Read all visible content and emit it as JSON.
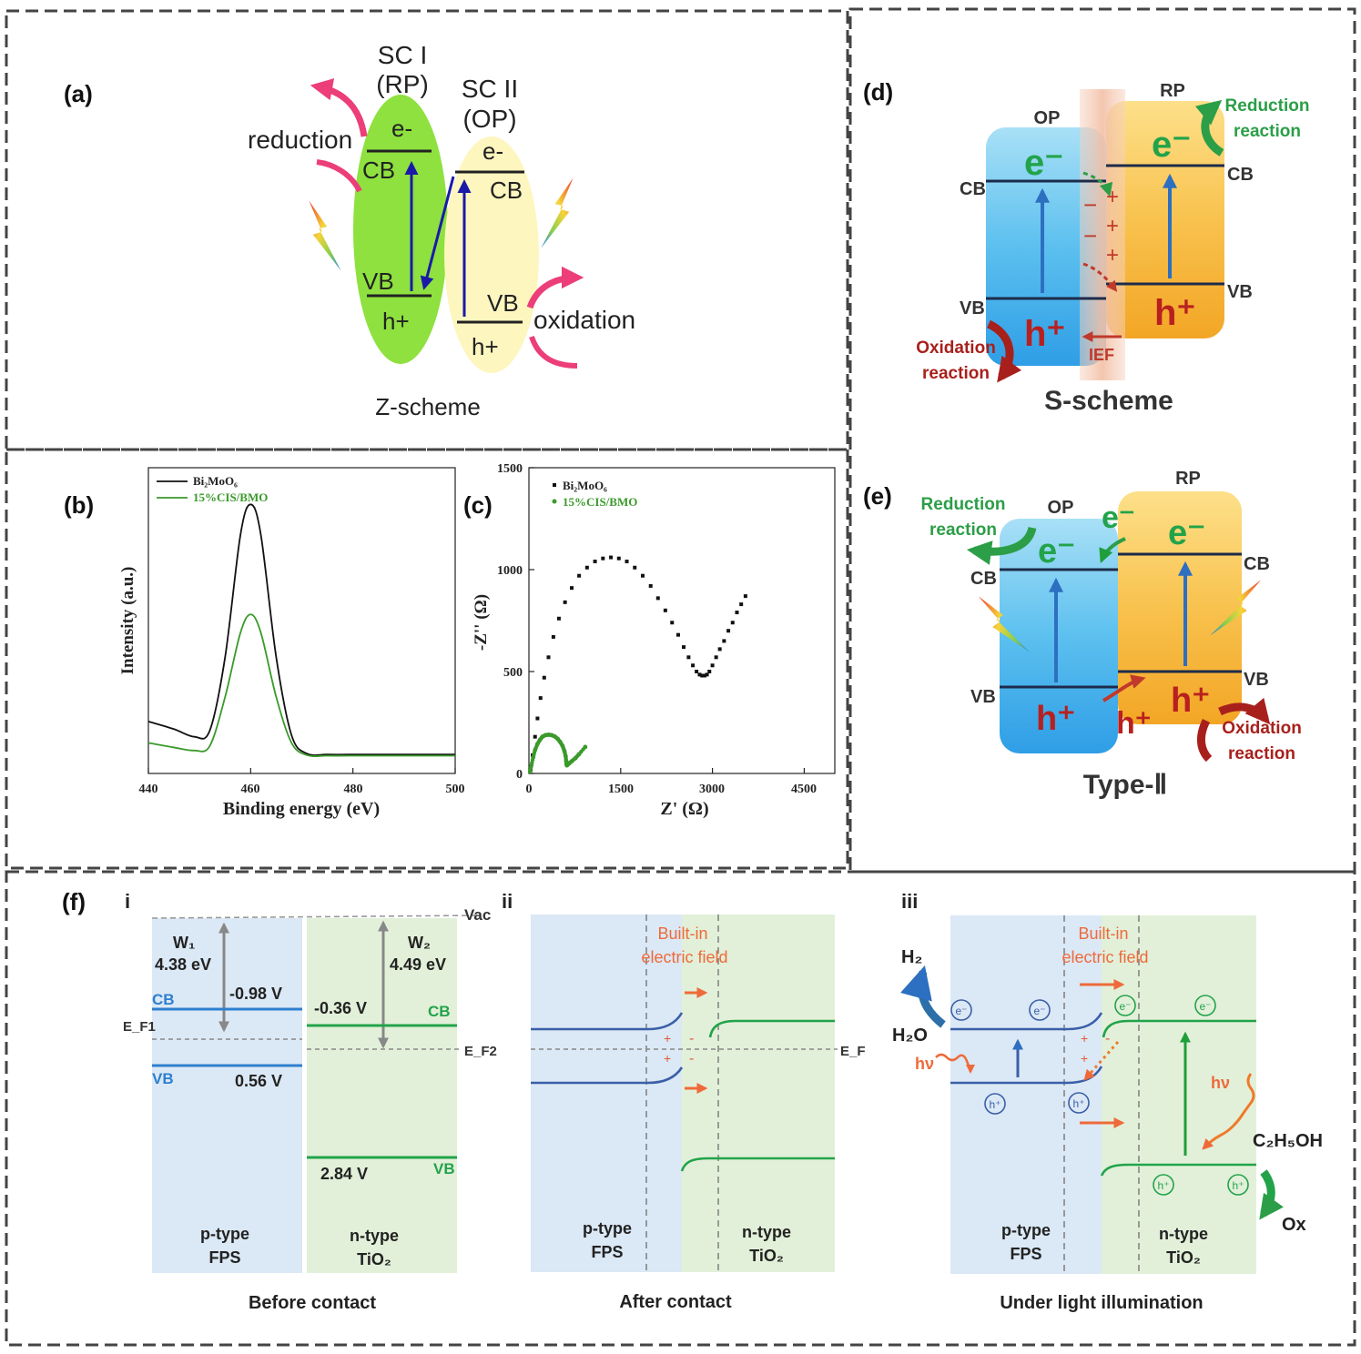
{
  "panels": {
    "a": {
      "letter": "(a)",
      "sc1_line1": "SC I",
      "sc1_line2": "(RP)",
      "sc2_line1": "SC II",
      "sc2_line2": "(OP)",
      "e1": "e-",
      "e2": "e-",
      "cb1": "CB",
      "cb2": "CB",
      "vb1": "VB",
      "vb2": "VB",
      "h1": "h+",
      "h2": "h+",
      "reduction": "reduction",
      "oxidation": "oxidation",
      "caption": "Z-scheme"
    },
    "b": {
      "letter": "(b)",
      "ylabel": "Intensity (a.u.)",
      "xlabel": "Binding energy (eV)",
      "xticks": [
        "440",
        "460",
        "480",
        "500"
      ],
      "legend": [
        {
          "label": "Bi₂MoO₆",
          "color": "#111111"
        },
        {
          "label": "15%CIS/BMO",
          "color": "#3a9a2a"
        }
      ]
    },
    "c": {
      "letter": "(c)",
      "ylabel": "-Z'' (Ω)",
      "xlabel": "Z' (Ω)",
      "xticks": [
        "0",
        "1500",
        "3000",
        "4500"
      ],
      "yticks": [
        "0",
        "500",
        "1000",
        "1500"
      ],
      "legend": [
        {
          "label": "Bi₂MoO₆",
          "color": "#111111"
        },
        {
          "label": "15%CIS/BMO",
          "color": "#3a9a2a"
        }
      ]
    },
    "d": {
      "letter": "(d)",
      "op": "OP",
      "rp": "RP",
      "e": "e⁻",
      "h": "h⁺",
      "cb": "CB",
      "vb": "VB",
      "reduction_1": "Reduction",
      "reduction_2": "reaction",
      "oxidation_1": "Oxidation",
      "oxidation_2": "reaction",
      "ief": "IEF",
      "minus": "−",
      "plus": "+",
      "caption": "S-scheme"
    },
    "e": {
      "letter": "(e)",
      "op": "OP",
      "rp": "RP",
      "e": "e⁻",
      "h": "h⁺",
      "cb": "CB",
      "vb": "VB",
      "reduction_1": "Reduction",
      "reduction_2": "reaction",
      "oxidation_1": "Oxidation",
      "oxidation_2": "reaction",
      "caption": "Type-Ⅱ"
    },
    "f": {
      "letter": "(f)",
      "i": {
        "label": "i",
        "vac": "Vac",
        "w1": "W₁",
        "w1_val": "4.38 eV",
        "w2": "W₂",
        "w2_val": "4.49 eV",
        "cb_left": "CB",
        "cb_left_v": "-0.98 V",
        "ef1": "E_F1",
        "vb_left": "VB",
        "vb_left_v": "0.56 V",
        "cb_right_v": "-0.36 V",
        "cb_right": "CB",
        "ef2": "E_F2",
        "vb_right_v": "2.84 V",
        "vb_right": "VB",
        "p_type": "p-type",
        "fps": "FPS",
        "n_type": "n-type",
        "tio2": "TiO₂",
        "caption": "Before contact"
      },
      "ii": {
        "label": "ii",
        "field1": "Built-in",
        "field2": "electric field",
        "ef": "E_F",
        "p_type": "p-type",
        "fps": "FPS",
        "n_type": "n-type",
        "tio2": "TiO₂",
        "caption": "After contact"
      },
      "iii": {
        "label": "iii",
        "field1": "Built-in",
        "field2": "electric field",
        "h2": "H₂",
        "h2o": "H₂O",
        "hv_left": "hν",
        "hv_right": "hν",
        "ethanol": "C₂H₅OH",
        "ox": "Ox",
        "p_type": "p-type",
        "fps": "FPS",
        "n_type": "n-type",
        "tio2": "TiO₂",
        "caption": "Under light illumination"
      }
    }
  },
  "chart_data": [
    {
      "type": "line",
      "panel": "b",
      "xlabel": "Binding energy (eV)",
      "ylabel": "Intensity (a.u.)",
      "xlim": [
        440,
        500
      ],
      "ylim": [
        0,
        10
      ],
      "xticks": [
        440,
        460,
        480,
        500
      ],
      "legend_position": "top-left",
      "series": [
        {
          "name": "Bi₂MoO₆",
          "color": "#111111",
          "x": [
            440,
            445,
            449,
            452,
            455,
            458,
            460,
            462,
            465,
            468,
            471,
            475,
            480,
            490,
            500
          ],
          "y": [
            1.7,
            1.45,
            1.2,
            1.4,
            3.8,
            7.8,
            8.8,
            7.8,
            3.8,
            1.25,
            0.65,
            0.62,
            0.62,
            0.62,
            0.62
          ]
        },
        {
          "name": "15%CIS/BMO",
          "color": "#3a9a2a",
          "x": [
            440,
            445,
            449,
            452,
            455,
            458,
            460,
            462,
            465,
            468,
            471,
            475,
            480,
            490,
            500
          ],
          "y": [
            1.0,
            0.85,
            0.75,
            0.9,
            2.5,
            4.6,
            5.2,
            4.6,
            2.5,
            1.0,
            0.6,
            0.58,
            0.58,
            0.58,
            0.58
          ]
        }
      ]
    },
    {
      "type": "scatter",
      "panel": "c",
      "xlabel": "Z' (Ω)",
      "ylabel": "-Z'' (Ω)",
      "xlim": [
        0,
        5000
      ],
      "ylim": [
        0,
        1500
      ],
      "xticks": [
        0,
        1500,
        3000,
        4500
      ],
      "yticks": [
        0,
        500,
        1000,
        1500
      ],
      "legend_position": "top-left",
      "series": [
        {
          "name": "Bi₂MoO₆",
          "color": "#111111",
          "x": [
            30,
            60,
            100,
            140,
            190,
            250,
            320,
            400,
            490,
            590,
            700,
            820,
            950,
            1080,
            1210,
            1340,
            1470,
            1600,
            1730,
            1860,
            1990,
            2110,
            2230,
            2340,
            2440,
            2530,
            2610,
            2680,
            2740,
            2790,
            2830,
            2870,
            2910,
            2950,
            3000,
            3060,
            3120,
            3190,
            3260,
            3330,
            3400,
            3470,
            3540
          ],
          "y": [
            20,
            90,
            180,
            270,
            370,
            470,
            570,
            670,
            760,
            840,
            910,
            970,
            1010,
            1040,
            1055,
            1060,
            1055,
            1040,
            1010,
            970,
            920,
            860,
            800,
            740,
            680,
            620,
            570,
            530,
            500,
            485,
            480,
            480,
            485,
            500,
            530,
            570,
            610,
            650,
            700,
            740,
            790,
            830,
            870
          ]
        },
        {
          "name": "15%CIS/BMO",
          "color": "#3a9a2a",
          "x": [
            20,
            40,
            70,
            100,
            140,
            180,
            220,
            270,
            320,
            370,
            420,
            470,
            510,
            550,
            580,
            600,
            610,
            615,
            620,
            630,
            660,
            700,
            760,
            820,
            920
          ],
          "y": [
            10,
            40,
            80,
            115,
            145,
            165,
            180,
            188,
            190,
            188,
            182,
            170,
            155,
            135,
            110,
            85,
            60,
            45,
            40,
            42,
            50,
            60,
            75,
            95,
            130
          ]
        }
      ]
    }
  ]
}
